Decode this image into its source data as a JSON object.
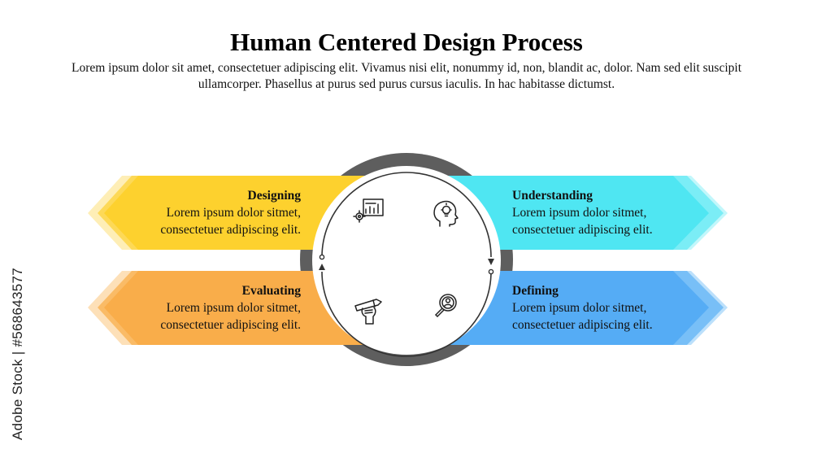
{
  "title": "Human Centered Design Process",
  "subtitle": "Lorem ipsum dolor sit amet, consectetuer adipiscing elit. Vivamus nisi elit, nonummy id, non, blandit ac, dolor. Nam sed elit suscipit ullamcorper. Phasellus at purus sed purus cursus iaculis. In hac habitasse dictumst.",
  "colors": {
    "designing": "#FDD12E",
    "evaluating": "#F9AD4A",
    "understanding": "#4FE6F2",
    "defining": "#55ACF5",
    "ring": "#5E5E5E"
  },
  "steps": {
    "designing": {
      "heading": "Designing",
      "line1": "Lorem ipsum dolor sitmet,",
      "line2": "consectetuer adipiscing elit.",
      "icon": "presentation-chart-icon"
    },
    "understanding": {
      "heading": "Understanding",
      "line1": "Lorem ipsum dolor sitmet,",
      "line2": "consectetuer adipiscing elit.",
      "icon": "head-lightbulb-icon"
    },
    "evaluating": {
      "heading": "Evaluating",
      "line1": "Lorem ipsum dolor sitmet,",
      "line2": "consectetuer adipiscing elit.",
      "icon": "hand-pencil-icon"
    },
    "defining": {
      "heading": "Defining",
      "line1": "Lorem ipsum dolor sitmet,",
      "line2": "consectetuer adipiscing elit.",
      "icon": "magnifier-user-icon"
    }
  },
  "watermark": "Adobe Stock | #568643577"
}
